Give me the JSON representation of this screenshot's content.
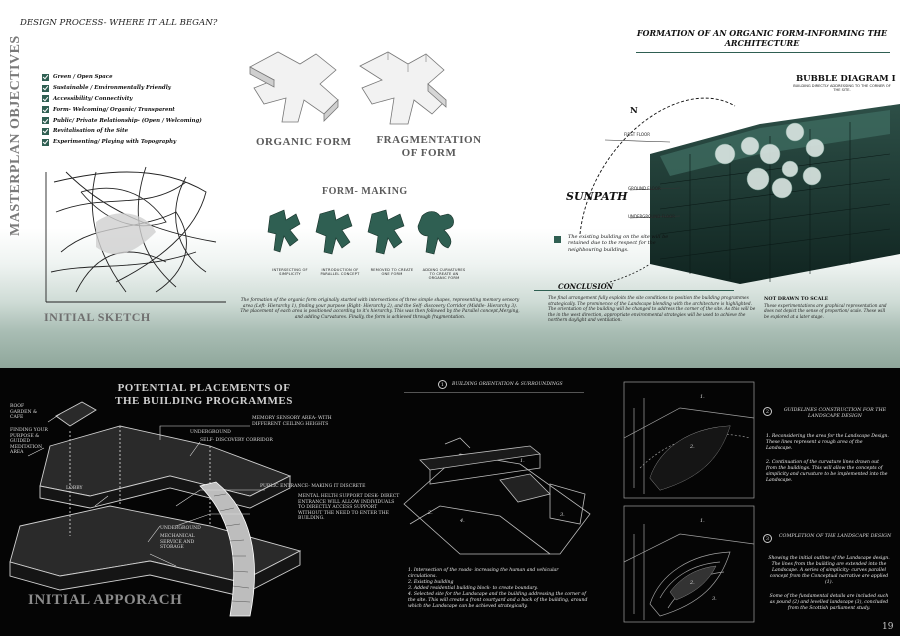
{
  "top": {
    "design_process_title": "DESIGN PROCESS- WHERE IT ALL BEGAN?",
    "masterplan_vertical": "MASTERPLAN OBJECTIVES",
    "objectives": [
      "Green / Open Space",
      "Sustainable / Environmentally Friendly",
      "Accessibility/ Connectivity",
      "Form- Welcoming/ Organic/ Transparent",
      "Public/ Private Relationship- (Open / Welcoming)",
      "Revitalisation of the Site",
      "Experimenting/ Playing with Topography"
    ],
    "initial_sketch": "INITIAL SKETCH",
    "organic_form": "ORGANIC FORM",
    "fragmentation": "FRAGMENTATION OF FORM",
    "form_making": "FORM- MAKING",
    "form_labels": [
      "INTERSECTING OF SIMPLICITY",
      "INTRODUCTION OF PARALLEL CONCEPT",
      "REMOVED TO CREATE ONE FORM",
      "ADDING CURVATURES TO CREATE AN ORGANIC FORM"
    ],
    "form_paragraph": "The formation of the organic form originally started with intersections of three simple shapes, representing memory sensory area (Left- Hierarchy 1), finding your purpose (Right- Hierarchy 2), and the Self- discovery Corridor (Middle- Hierarchy 3). The placement of each area is positioned according to it's hierarchy. This was then followed by the Parallel concept,Merging, and adding Curvatures. Finally, the form is achieved through fragmentation.",
    "formation_title": "FORMATION OF AN ORGANIC FORM-INFORMING THE ARCHITECTURE",
    "bubble_title": "BUBBLE DIAGRAM I",
    "bubble_sub": "BUILDING DIRECTLY ADDRESSING TO THE CORNER OF THE SITE.",
    "north": "N",
    "first_floor": "FIRST FLOOR",
    "ground_floor": "GROUND FLOOR",
    "underground_floor": "UNDERGROUND FLOOR",
    "sunpath": "SUNPATH",
    "existing_note": "The existing building on the site will be retained due to the respect for the neighbouring buildings.",
    "conclusion_title": "CONCLUSION",
    "conclusion_text": "The final arrangement fully exploits the site conditions to position the building programmes strategically. The prominence of the Landscape blending with the architecture is highlighted. The orientation of the building will be changed to address the corner of the site. As this will be the in the west direction, appropriate environmental strategies will be used to achieve the northern daylight and ventilation.",
    "not_to_scale": "NOT DRAWN TO SCALE",
    "not_to_scale_note": "These experimentations are graphical representation and does not depict the sense of proportion/ scale. These will be explored at a later stage."
  },
  "bottom": {
    "potential_title_1": "POTENTIAL PLACEMENTS OF",
    "potential_title_2": "THE BUILDING PROGRAMMES",
    "roof_garden": "ROOF GARDEN & CAFE",
    "finding_purpose": "FINDING YOUR PURPOSE & GUIDED MEDITATION AREA",
    "lobby": "LOBBY",
    "memory_area": "MEMORY SENSORY AREA- WITH DIFFERENT CEILING HEIGHTS",
    "underground_top": "UNDERGROUND",
    "self_discovery": "SELF- DISCOVERY CORRIDOR",
    "public_entrance": "PUBLIC ENTRANCE- MAKING IT DISCRETE",
    "mental_health": "MENTAL HELTH SUPPORT DESK- DIRECT ENTRANCE WILL ALLOW INDIVIDUALS TO DIRECTLY ACCESS SUPPORT WITHOUT THE NEED TO ENTER THE BUILDING.",
    "underground_bottom": "UNDERGROUND",
    "mechanical": "MECHANICAL SERVICE AND STORAGE",
    "initial_approach": "INITIAL APPORACH",
    "building_orientation_num": "1",
    "building_orientation": "BUILDING ORIENTATION & SURROUNDINGS",
    "orientation_notes": [
      "1. Intersection of the roads- increasing the human and vehicular circulations.",
      "2. Existing building",
      "3. Added residential building block- to create boundary.",
      "4. Selected site for the Landscape and the building addressing the corner of the site. This will create a front courtyard and a back of the building, around which the Landscape can be achieved strategically."
    ],
    "guidelines_num": "2",
    "guidelines_title": "GUIDELINES CONSTRUCTION FOR THE LANDSCAPE DESIGN",
    "guideline_1": "1. Reconsidering the area for the Landscape Design. These lines represent a rough area of the Landscape.",
    "guideline_2": "2. Continuation of the curvature lines drawn out from the buildings. This will allow the concepts of simplicity and curvature to be implemented into the Landscape.",
    "completion_num": "3",
    "completion_title": "COMPLETION OF THE LANDSCAPE DESIGN",
    "completion_1": "Showing the initial outline of the Landscape design. The lines from the building are extended into the Landscape. A series of simplicity- curves parallel concept from the Conceptual narrative are applied (1).",
    "completion_2": "Some of the fundamental details are included such as pound (2) and levelled landscape (3), concluded from the Scottish parliament study.",
    "page_number": "19"
  },
  "colors": {
    "accent": "#2f5f52",
    "dark_green": "#1f3d36",
    "text_gray": "#5a5a5a"
  }
}
